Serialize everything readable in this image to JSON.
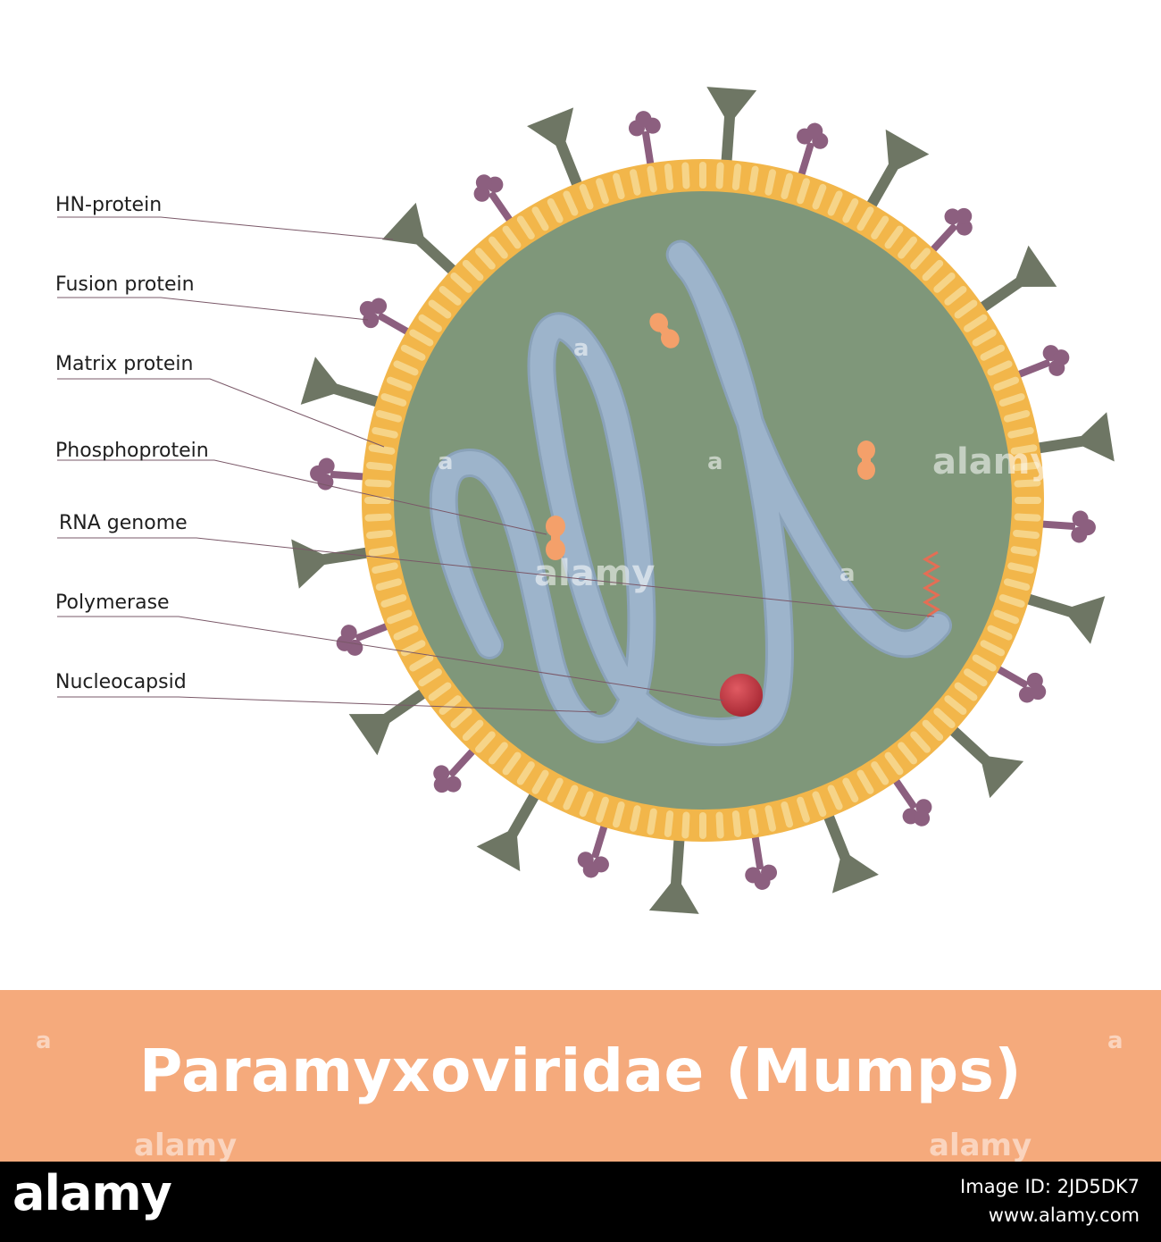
{
  "labels": [
    {
      "id": "hn-protein",
      "text": "HN-protein"
    },
    {
      "id": "fusion-protein",
      "text": "Fusion protein"
    },
    {
      "id": "matrix-protein",
      "text": "Matrix protein"
    },
    {
      "id": "phosphoprotein",
      "text": "Phosphoprotein"
    },
    {
      "id": "rna-genome",
      "text": "RNA genome"
    },
    {
      "id": "polymerase",
      "text": "Polymerase"
    },
    {
      "id": "nucleocapsid",
      "text": "Nucleocapsid"
    }
  ],
  "title": "Paramyxoviridae (Mumps)",
  "watermark": {
    "brand": "alamy",
    "mark": "a"
  },
  "footer": {
    "logo": "alamy",
    "image_id": "Image ID: 2JD5DK7",
    "site": "www.alamy.com"
  },
  "colors": {
    "envelope": "#f2b64a",
    "lipid_head": "#f6d488",
    "interior": "#7f977a",
    "nucleocapsid": "#9db4cb",
    "hn_protein": "#6e7664",
    "fusion_protein": "#8c5f7f",
    "phosphoprotein": "#f4a06a",
    "polymerase": "#c33a42",
    "rna": "#e46e55",
    "title_band": "#f5aa7c"
  }
}
